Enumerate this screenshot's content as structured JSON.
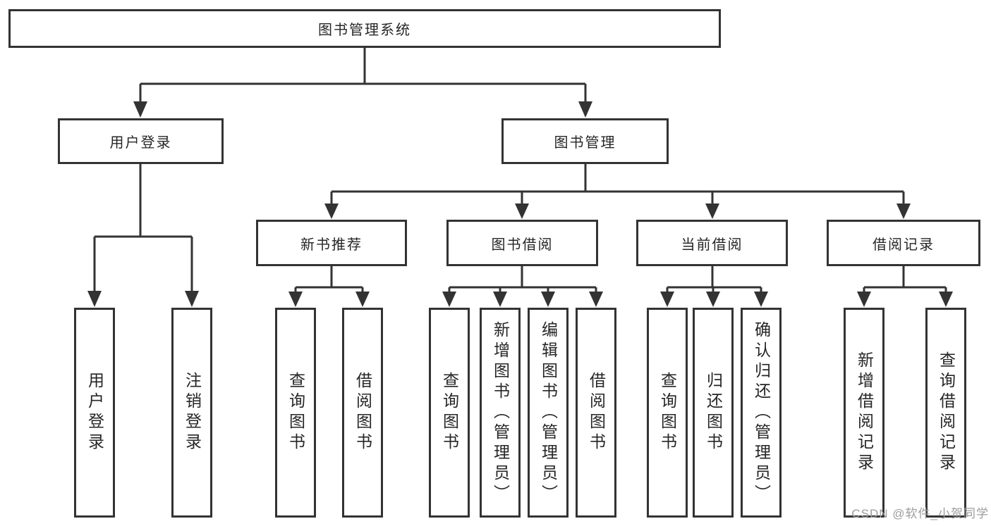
{
  "diagram": {
    "root": {
      "label": "图书管理系统"
    },
    "level2": [
      {
        "label": "用户登录",
        "children": [
          "用户登录",
          "注销登录"
        ]
      },
      {
        "label": "图书管理"
      }
    ],
    "level3": [
      {
        "label": "新书推荐",
        "children": [
          "查询图书",
          "借阅图书"
        ]
      },
      {
        "label": "图书借阅",
        "children": [
          "查询图书",
          "新增图书（管理员）",
          "编辑图书（管理员）",
          "借阅图书"
        ]
      },
      {
        "label": "当前借阅",
        "children": [
          "查询图书",
          "归还图书",
          "确认归还（管理员）"
        ]
      },
      {
        "label": "借阅记录",
        "children": [
          "新增借阅记录",
          "查询借阅记录"
        ]
      }
    ]
  },
  "watermark": {
    "text": "CSDN @软件_小贺同学"
  },
  "colors": {
    "line": "#333333",
    "box_border": "#333333",
    "text": "#262626",
    "watermark": "#9c9c9c",
    "background": "#ffffff"
  }
}
